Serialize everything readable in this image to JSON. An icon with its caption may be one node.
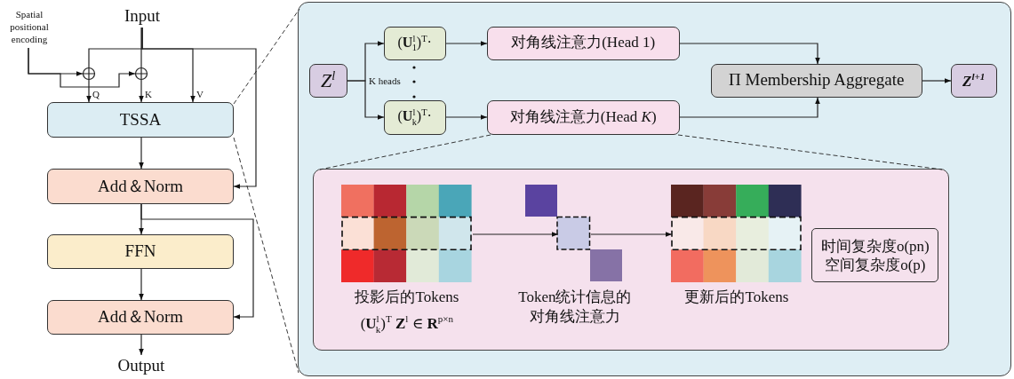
{
  "diagram": {
    "nodes": [
      {
        "text": [
          "Spatial positional encoding"
        ]
      },
      {
        "text": [
          "Input"
        ]
      },
      {
        "text": [],
        "shape": "circle"
      },
      {
        "text": [],
        "shape": "circle"
      },
      {
        "text": [
          "TSSA"
        ]
      },
      {
        "text": [
          "Add＆Norm"
        ]
      },
      {
        "text": [
          "FFN"
        ]
      },
      {
        "text": [
          "Add＆Norm"
        ]
      },
      {
        "text": [
          "Output"
        ]
      },
      {
        "text": [],
        "shape": "box"
      },
      {
        "text": [
          "Z$^{l}$"
        ],
        "in": 9
      },
      {
        "text": [
          "(**U**$^{l}$$_{1}$)$^{T}$·"
        ],
        "in": 9
      },
      {
        "text": [
          "(**U**$^{l}$$_{k}$)$^{T}$·"
        ],
        "in": 9
      },
      {
        "text": [
          "对角线注意力(Head 1)"
        ],
        "in": 9
      },
      {
        "text": [
          "对角线注意力(Head *K*)"
        ],
        "in": 9
      },
      {
        "text": [
          "Π Membership Aggregate"
        ],
        "in": 9
      },
      {
        "text": [
          "Z$^{l+1}$"
        ],
        "in": 9
      },
      {
        "text": [],
        "shape": "box",
        "in": 9
      },
      {
        "text": [
          "投影后的Tokens",
          "(**U**$^{l}$$_{k}$)$^{T}$ **Z**$^{l}$ ∈ **R**$^{p×n}$"
        ],
        "in": 17
      },
      {
        "text": [
          "Token统计信息的对角线注意力"
        ],
        "in": 17
      },
      {
        "text": [
          "更新后的Tokens"
        ],
        "in": 17
      },
      {
        "text": [
          "时间复杂度o(pn)",
          "空间复杂度o(p)"
        ],
        "in": 17
      }
    ],
    "edges": [
      {
        "from": 0,
        "to": 2,
        "arrow": "to"
      },
      {
        "from": 0,
        "to": 3,
        "arrow": "to"
      },
      {
        "from": 1,
        "to": 2,
        "arrow": "none"
      },
      {
        "from": 1,
        "to": 3,
        "arrow": "none"
      },
      {
        "from": 2,
        "to": 4,
        "arrow": "to",
        "label": "Q"
      },
      {
        "from": 3,
        "to": 4,
        "arrow": "to",
        "label": "K"
      },
      {
        "from": 1,
        "to": 4,
        "arrow": "to",
        "label": "V"
      },
      {
        "from": 1,
        "to": 5,
        "arrow": "to"
      },
      {
        "from": 4,
        "to": 5,
        "arrow": "to"
      },
      {
        "from": 5,
        "to": 6,
        "arrow": "to"
      },
      {
        "from": 5,
        "to": 7,
        "arrow": "to"
      },
      {
        "from": 6,
        "to": 7,
        "arrow": "to"
      },
      {
        "from": 7,
        "to": 8,
        "arrow": "to"
      },
      {
        "from": 4,
        "to": 9,
        "arrow": "none",
        "style": "dashed"
      },
      {
        "from": 4,
        "to": 9,
        "arrow": "none",
        "style": "dashed"
      },
      {
        "from": 10,
        "to": 11,
        "arrow": "to"
      },
      {
        "from": 10,
        "to": 12,
        "arrow": "to"
      },
      {
        "from": 11,
        "to": 13,
        "arrow": "to"
      },
      {
        "from": 12,
        "to": 14,
        "arrow": "to"
      },
      {
        "from": 13,
        "to": 15,
        "arrow": "to"
      },
      {
        "from": 14,
        "to": 15,
        "arrow": "to"
      },
      {
        "from": 15,
        "to": 16,
        "arrow": "to"
      },
      {
        "from": 14,
        "to": 17,
        "arrow": "none",
        "style": "dashed"
      },
      {
        "from": 14,
        "to": 17,
        "arrow": "none",
        "style": "dashed"
      },
      {
        "from": 18,
        "to": 19,
        "arrow": "to"
      },
      {
        "from": 19,
        "to": 20,
        "arrow": "to"
      }
    ],
    "labels": [
      "K heads"
    ]
  }
}
